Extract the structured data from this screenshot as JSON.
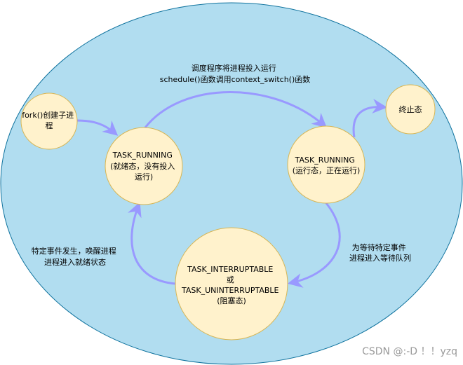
{
  "colors": {
    "background_ellipse_fill": "#b1ddf0",
    "background_ellipse_stroke": "#10739e",
    "node_fill": "#fff2cc",
    "node_stroke": "#d6b656",
    "arrow": "#9999ff",
    "text": "#000000",
    "watermark": "#9a9a9a"
  },
  "nodes": {
    "fork": {
      "lines": [
        "fork()创建子进",
        "程"
      ]
    },
    "ready": {
      "lines": [
        "TASK_RUNNING",
        "(就绪态，没有投入",
        "运行)"
      ]
    },
    "running": {
      "lines": [
        "TASK_RUNNING",
        "(运行态，正在运行)"
      ]
    },
    "terminated": {
      "lines": [
        "终止态"
      ]
    },
    "blocked": {
      "lines": [
        "TASK_INTERRUPTABLE",
        "或",
        "TASK_UNINTERRUPTABLE",
        "(阻塞态)"
      ]
    }
  },
  "edge_labels": {
    "schedule": {
      "lines": [
        "调度程序将进程投入运行",
        "schedule()函数调用context_switch()函数"
      ]
    },
    "wait": {
      "lines": [
        "为等待特定事件",
        "进程进入等待队列"
      ]
    },
    "wakeup": {
      "lines": [
        "特定事件发生，唤醒进程",
        "进程进入就绪状态"
      ]
    }
  },
  "watermark": "CSDN @:-D ！！yzq"
}
